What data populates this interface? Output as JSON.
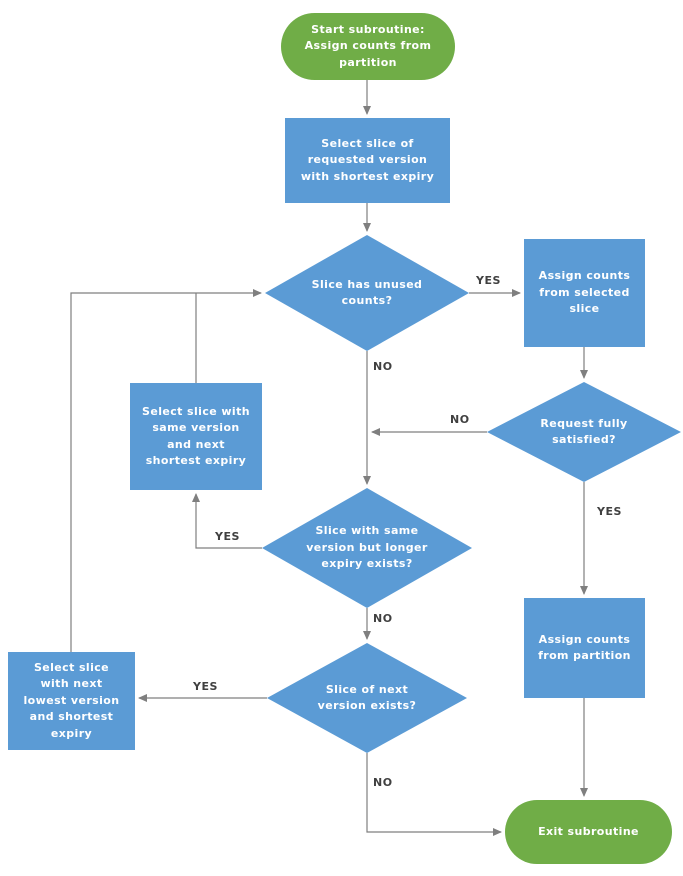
{
  "title": "Assign counts from partition flowchart",
  "colors": {
    "node_blue": "#5B9BD5",
    "node_green": "#70AD47",
    "connector_gray": "#7F7F7F",
    "edge_label_text": "#404040"
  },
  "nodes": {
    "start": {
      "type": "terminator",
      "label": "Start subroutine: Assign counts from partition"
    },
    "select_shortest_expiry": {
      "type": "process",
      "label": "Select slice of requested version with shortest expiry"
    },
    "slice_has_unused_counts": {
      "type": "decision",
      "label": "Slice has unused counts?"
    },
    "assign_from_selected_slice": {
      "type": "process",
      "label": "Assign counts from selected slice"
    },
    "request_fully_satisfied": {
      "type": "decision",
      "label": "Request fully satisfied?"
    },
    "select_same_version_next_expiry": {
      "type": "process",
      "label": "Select slice with same version and next shortest expiry"
    },
    "slice_same_version_longer_expiry": {
      "type": "decision",
      "label": "Slice with same version but longer expiry exists?"
    },
    "assign_from_partition": {
      "type": "process",
      "label": "Assign counts from partition"
    },
    "slice_next_version_exists": {
      "type": "decision",
      "label": "Slice of next version exists?"
    },
    "select_next_lowest_version": {
      "type": "process",
      "label": "Select slice with next lowest version and shortest expiry"
    },
    "exit": {
      "type": "terminator",
      "label": "Exit subroutine"
    }
  },
  "edge_labels": {
    "unused_yes": "YES",
    "unused_no": "NO",
    "satisfied_no": "NO",
    "satisfied_yes": "YES",
    "longer_expiry_yes": "YES",
    "longer_expiry_no": "NO",
    "next_version_yes": "YES",
    "next_version_no": "NO"
  }
}
